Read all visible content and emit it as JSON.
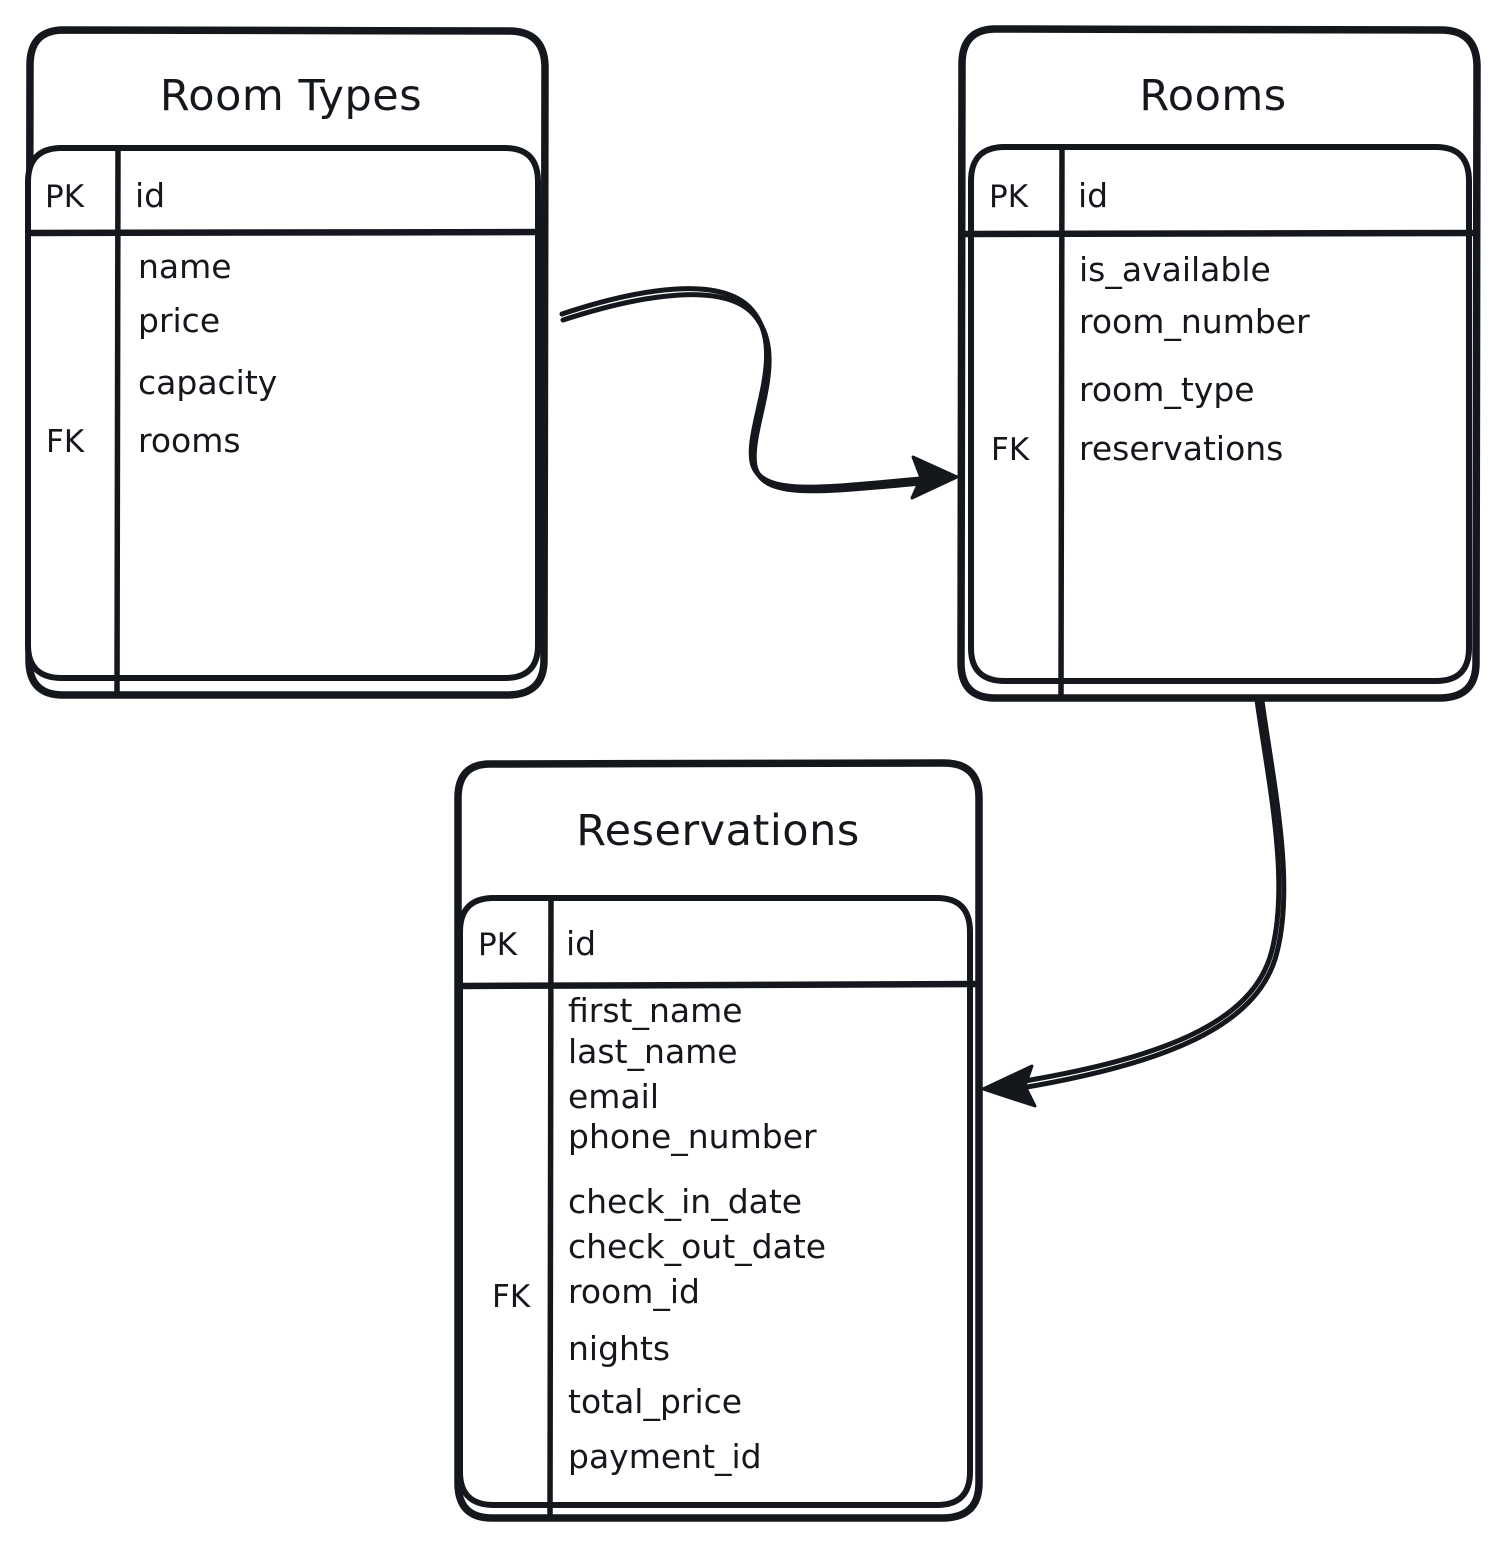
{
  "diagram": {
    "kind": "entity-relationship-diagram",
    "style": "hand-drawn",
    "background_color": "#ffffff",
    "ink_color": "#14181c"
  },
  "entities": [
    {
      "id": "room_types",
      "title": "Room Types",
      "primary_key": {
        "key": "PK",
        "field": "id"
      },
      "attributes": [
        {
          "key": "",
          "field": "name"
        },
        {
          "key": "",
          "field": "price"
        },
        {
          "key": "",
          "field": "capacity"
        },
        {
          "key": "FK",
          "field": "rooms"
        }
      ]
    },
    {
      "id": "rooms",
      "title": "Rooms",
      "primary_key": {
        "key": "PK",
        "field": "id"
      },
      "attributes": [
        {
          "key": "",
          "field": "is_available"
        },
        {
          "key": "",
          "field": "room_number"
        },
        {
          "key": "",
          "field": "room_type"
        },
        {
          "key": "FK",
          "field": "reservations"
        }
      ]
    },
    {
      "id": "reservations",
      "title": "Reservations",
      "primary_key": {
        "key": "PK",
        "field": "id"
      },
      "attributes": [
        {
          "key": "",
          "field": "first_name"
        },
        {
          "key": "",
          "field": "last_name"
        },
        {
          "key": "",
          "field": "email"
        },
        {
          "key": "",
          "field": "phone_number"
        },
        {
          "key": "",
          "field": "check_in_date"
        },
        {
          "key": "",
          "field": "check_out_date"
        },
        {
          "key": "FK",
          "field": "room_id"
        },
        {
          "key": "",
          "field": "nights"
        },
        {
          "key": "",
          "field": "total_price"
        },
        {
          "key": "",
          "field": "payment_id"
        }
      ]
    }
  ],
  "relationships": [
    {
      "id": "rel-room-types-to-rooms",
      "from": "room_types",
      "to": "rooms",
      "arrow": "single-ended"
    },
    {
      "id": "rel-rooms-to-reservations",
      "from": "rooms",
      "to": "reservations",
      "arrow": "single-ended"
    }
  ]
}
